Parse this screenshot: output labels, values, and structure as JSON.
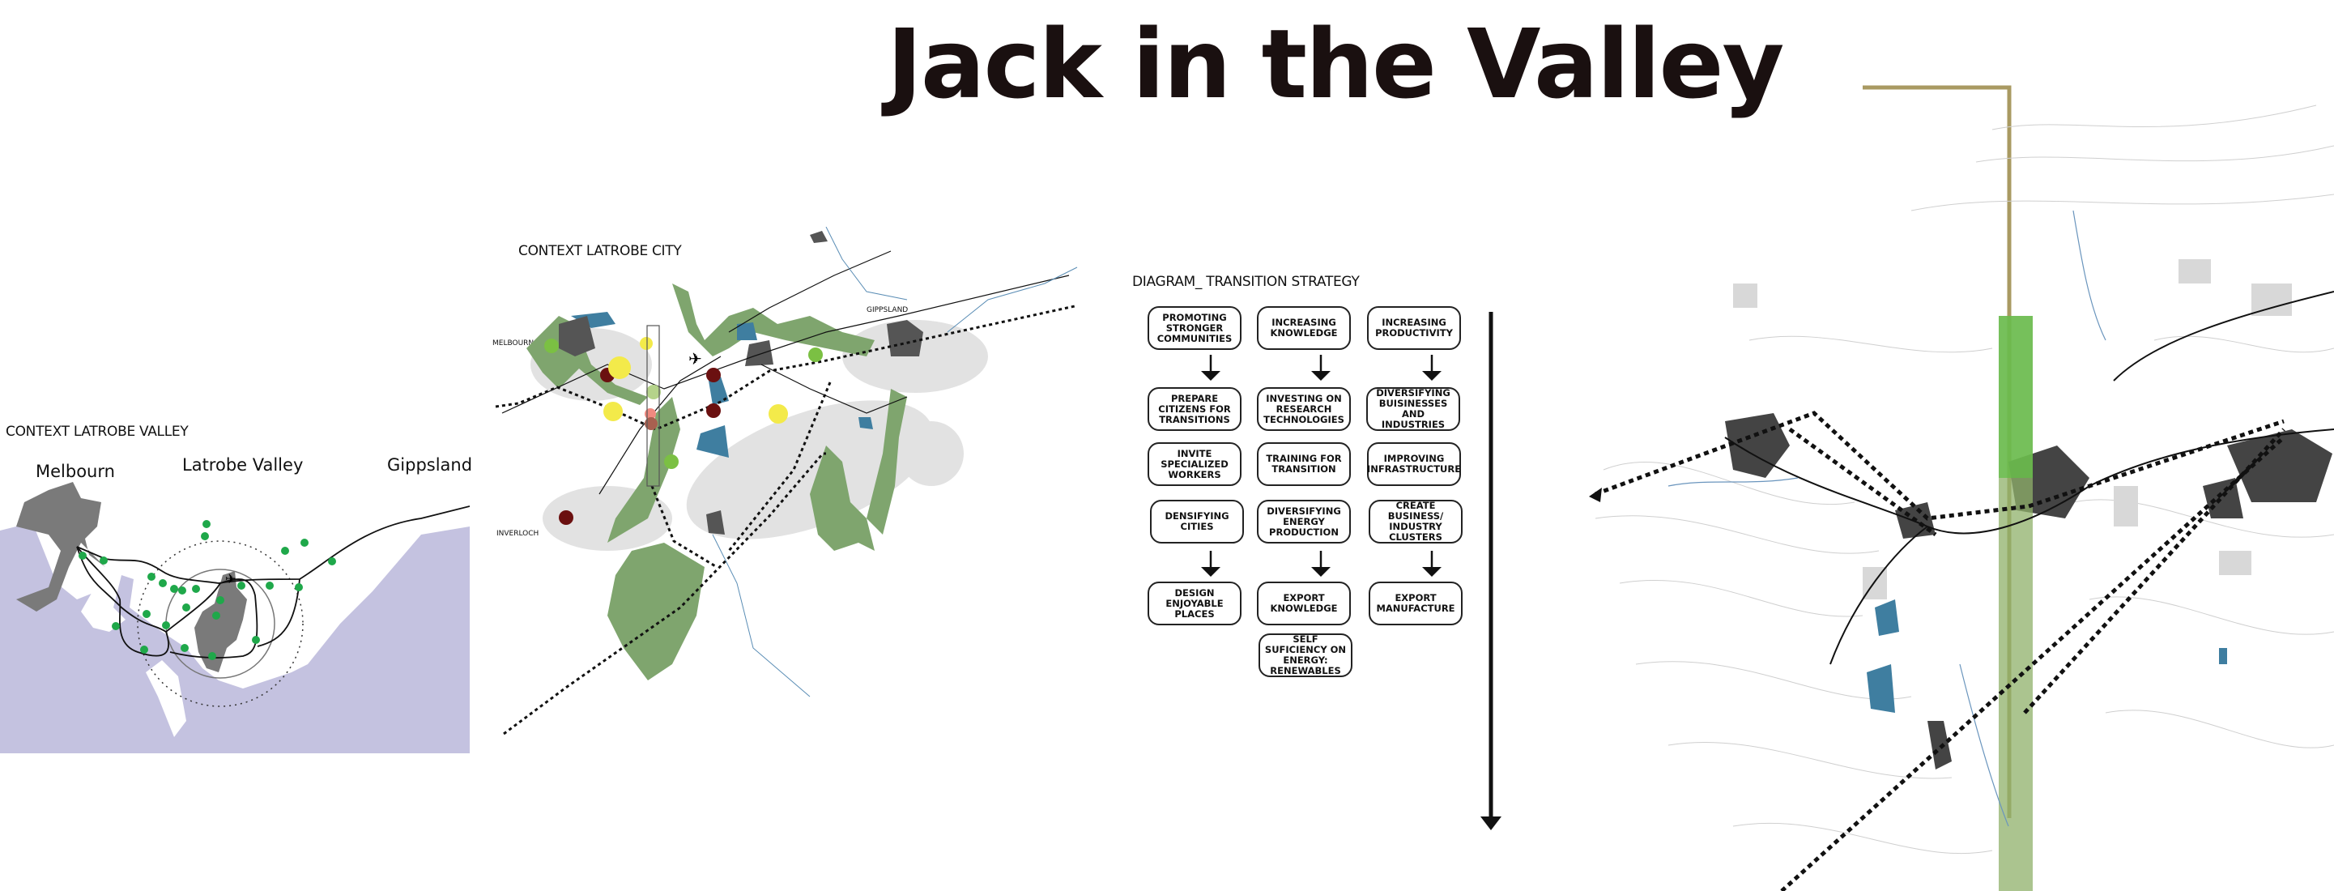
{
  "title": "Jack in the Valley",
  "context_valley": {
    "heading": "CONTEXT LATROBE VALLEY",
    "places": [
      "Melbourn",
      "Latrobe Valley",
      "Gippsland"
    ]
  },
  "context_city": {
    "heading": "CONTEXT LATROBE CITY",
    "places": [
      "MELBOURN",
      "GIPPSLAND",
      "INVERLOCH"
    ]
  },
  "diagram": {
    "heading": "DIAGRAM_ TRANSITION STRATEGY",
    "columns": [
      [
        "PROMOTING STRONGER COMMUNITIES",
        "PREPARE CITIZENS FOR TRANSITIONS",
        "INVITE SPECIALIZED WORKERS",
        "DENSIFYING CITIES",
        "DESIGN ENJOYABLE PLACES"
      ],
      [
        "INCREASING KNOWLEDGE",
        "INVESTING ON RESEARCH TECHNOLOGIES",
        "TRAINING FOR TRANSITION",
        "DIVERSIFYING ENERGY PRODUCTION",
        "EXPORT KNOWLEDGE",
        "SELF SUFICIENCY ON ENERGY: RENEWABLES"
      ],
      [
        "INCREASING PRODUCTIVITY",
        "DIVERSIFYING BUISINESSES AND INDUSTRIES",
        "IMPROVING INFRASTRUCTURE",
        "CREATE BUSINESS/ INDUSTRY CLUSTERS",
        "EXPORT MANUFACTURE"
      ]
    ]
  },
  "colors": {
    "sea": "#c4c2e0",
    "urban": "#7a7a7a",
    "green": "#7fa56e",
    "water": "#3f7ea0",
    "node": "#1fa84a",
    "gold": "#a99a62"
  }
}
